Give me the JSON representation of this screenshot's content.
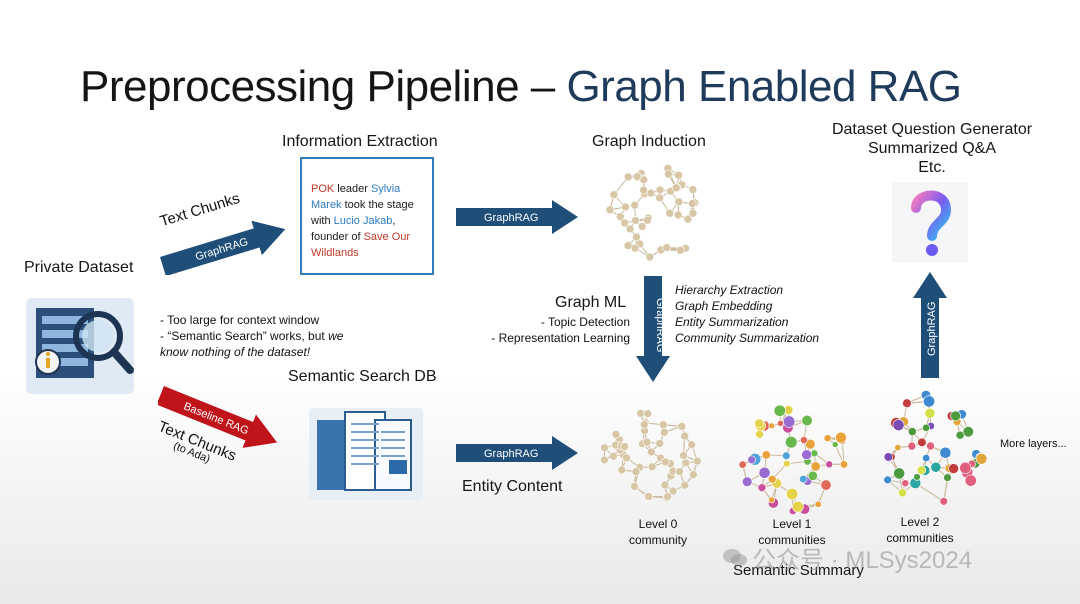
{
  "title": {
    "main": "Preprocessing Pipeline – ",
    "accent": "Graph Enabled RAG"
  },
  "labels": {
    "information_extraction": "Information Extraction",
    "graph_induction": "Graph Induction",
    "question_generator": [
      "Dataset Question Generator",
      "Summarized Q&A",
      "Etc."
    ],
    "private_dataset": "Private Dataset",
    "semantic_search_db": "Semantic Search DB",
    "entity_content": "Entity Content",
    "graph_ml": "Graph ML",
    "graph_ml_items": [
      "- Topic Detection",
      "- Representation Learning"
    ],
    "graph_ml_right": [
      "Hierarchy Extraction",
      "Graph Embedding",
      "Entity Summarization",
      "Community Summarization"
    ],
    "dataset_notes": [
      "- Too large for context window",
      "- “Semantic Search” works, but ",
      "we",
      "know nothing of the dataset!"
    ],
    "text_chunks_top": "Text Chunks",
    "text_chunks_bottom": "Text Chunks",
    "to_ada": "(to Ada)",
    "level0": [
      "Level 0",
      "community"
    ],
    "level1": [
      "Level 1",
      "communities"
    ],
    "level2": [
      "Level 2",
      "communities"
    ],
    "more_layers": "More layers...",
    "semantic_summary": "Semantic Summary"
  },
  "info_text": {
    "p1": "POK",
    "p2": " leader ",
    "p3": "Sylvia",
    "p4": "Marek",
    "p5": " took the stage",
    "p6": "with ",
    "p7": "Lucio Jakab",
    "p8": ",",
    "p9": "founder of ",
    "p10": "Save Our",
    "p11": "Wildlands"
  },
  "arrows": {
    "graphrag": "GraphRAG",
    "baseline_rag": "Baseline RAG"
  },
  "watermark": "公众号 · MLSys2024",
  "colors": {
    "arrow_blue": "#1f4e79",
    "arrow_red": "#c0141b",
    "accent_title": "#1f3b5c",
    "box_border": "#2e7dbf",
    "node_tan": "#d8c7a6",
    "edge": "#c9b99a"
  },
  "icons": [
    "dataset-icon",
    "documents-icon",
    "question-mark-icon",
    "wechat-icon"
  ]
}
